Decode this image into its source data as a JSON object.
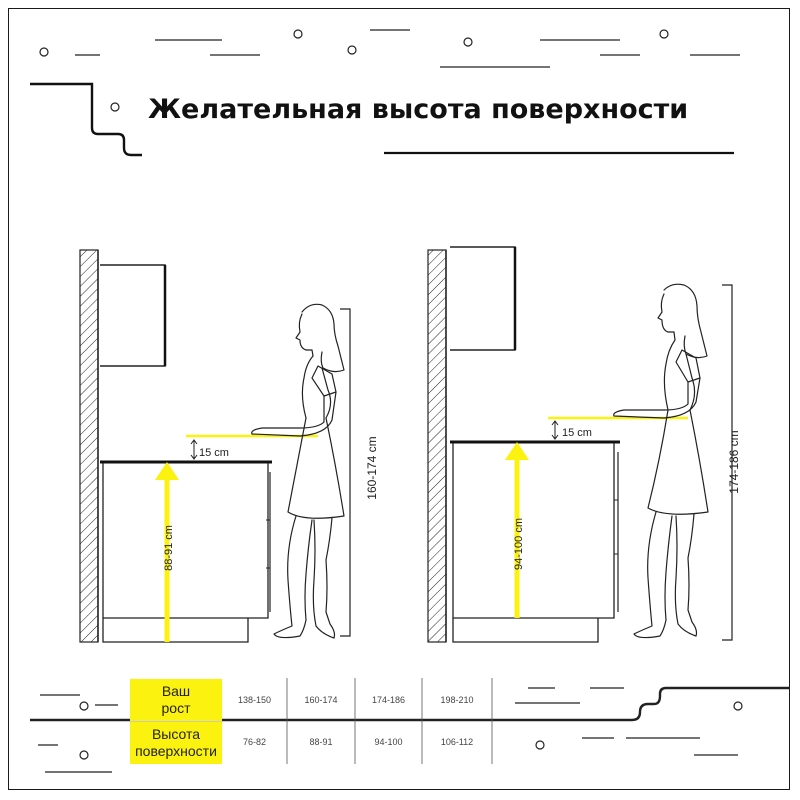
{
  "title": "Желательная высота поверхности",
  "colors": {
    "accent": "#fcf20f",
    "ink": "#1a1a1a"
  },
  "left_figure": {
    "person_height": "160-174 cm",
    "surface_height": "88-91 cm",
    "offset": "15 cm"
  },
  "right_figure": {
    "person_height": "174-186 cm",
    "surface_height": "94-100 cm",
    "offset": "15 cm"
  },
  "table": {
    "row1_label": [
      "Ваш",
      "рост"
    ],
    "row2_label": [
      "Высота",
      "поверхности"
    ],
    "heights": [
      "138-150",
      "160-174",
      "174-186",
      "198-210"
    ],
    "surfaces": [
      "76-82",
      "88-91",
      "94-100",
      "106-112"
    ]
  }
}
